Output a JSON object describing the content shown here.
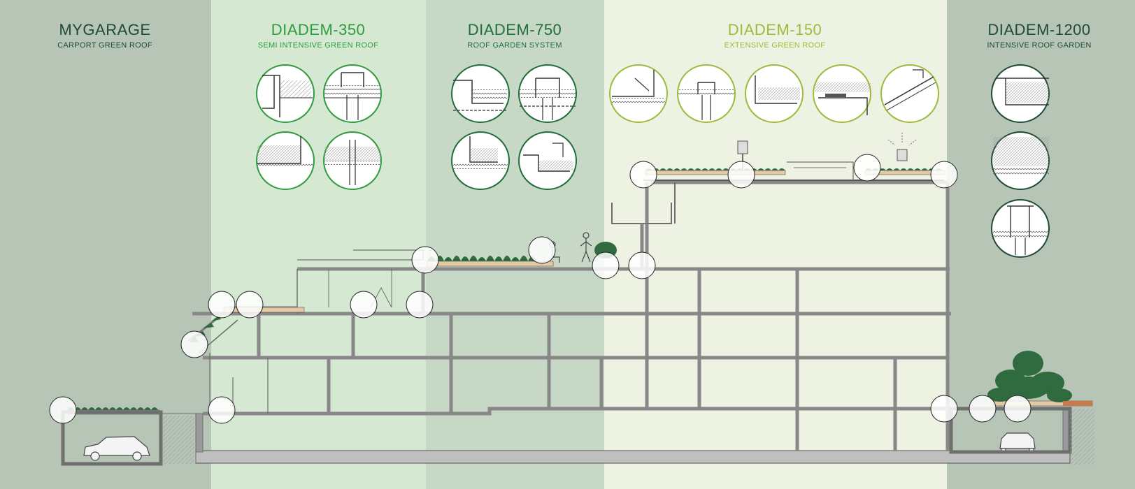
{
  "colors": {
    "mygarage": "#1f4a33",
    "diadem_350": "#2f9a3e",
    "diadem_750": "#1f6e3a",
    "diadem_150": "#9bbb3c",
    "diadem_1200": "#1f4a33",
    "building_line": "#6f6f6f",
    "vegetation": "#2f6b3f"
  },
  "systems": [
    {
      "title": "MYGARAGE",
      "subtitle": "CARPORT GREEN ROOF"
    },
    {
      "title": "DIADEM-350",
      "subtitle": "SEMI INTENSIVE GREEN ROOF"
    },
    {
      "title": "DIADEM-750",
      "subtitle": "ROOF GARDEN SYSTEM"
    },
    {
      "title": "DIADEM-150",
      "subtitle": "EXTENSIVE GREEN ROOF"
    },
    {
      "title": "DIADEM-1200",
      "subtitle": "INTENSIVE ROOF GARDEN"
    }
  ]
}
